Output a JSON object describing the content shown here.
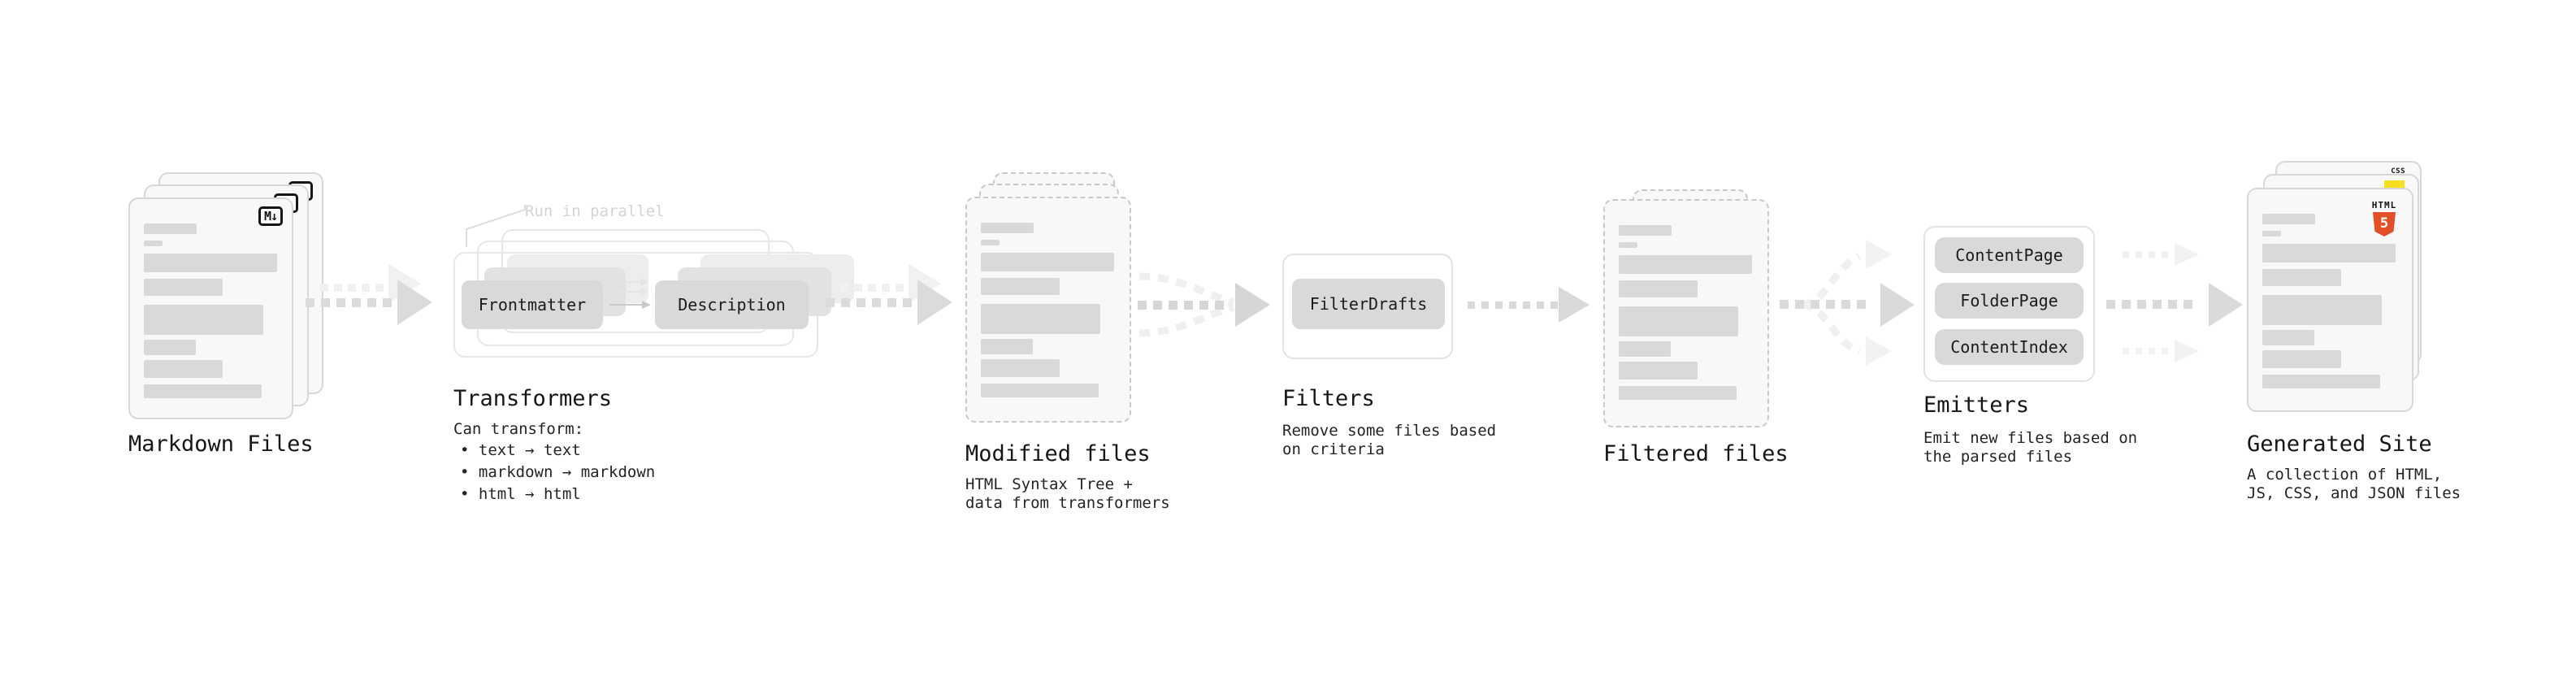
{
  "diagram": {
    "stages": {
      "markdown_files": {
        "title": "Markdown Files",
        "badge": "M↓"
      },
      "transformers": {
        "title": "Transformers",
        "note": "Run in parallel",
        "pills": [
          "Frontmatter",
          "Description"
        ],
        "caption_heading": "Can transform:",
        "bullets": [
          "text → text",
          "markdown → markdown",
          "html → html"
        ]
      },
      "modified_files": {
        "title": "Modified files",
        "caption": [
          "HTML Syntax Tree +",
          "data from transformers"
        ]
      },
      "filters": {
        "title": "Filters",
        "pills": [
          "FilterDrafts"
        ],
        "caption": [
          "Remove some files based",
          "on criteria"
        ]
      },
      "filtered_files": {
        "title": "Filtered files"
      },
      "emitters": {
        "title": "Emitters",
        "pills": [
          "ContentPage",
          "FolderPage",
          "ContentIndex"
        ],
        "caption": [
          "Emit new files based on",
          "the parsed files"
        ]
      },
      "generated_site": {
        "title": "Generated Site",
        "caption": [
          "A collection of HTML,",
          "JS, CSS, and JSON files"
        ],
        "badges": {
          "css_label": "CSS",
          "html_label": "HTML",
          "html_number": "5"
        }
      }
    },
    "colors": {
      "bar_gray": "#d9d9d9",
      "pill_gray": "#d9d9d9",
      "arrow_dark": "#dbdbdb",
      "arrow_light": "#f1f1f1",
      "html5_orange": "#e34f26",
      "js_yellow": "#f7df1e",
      "css_blue": "#2965f1",
      "heading_text": "#161616"
    }
  }
}
